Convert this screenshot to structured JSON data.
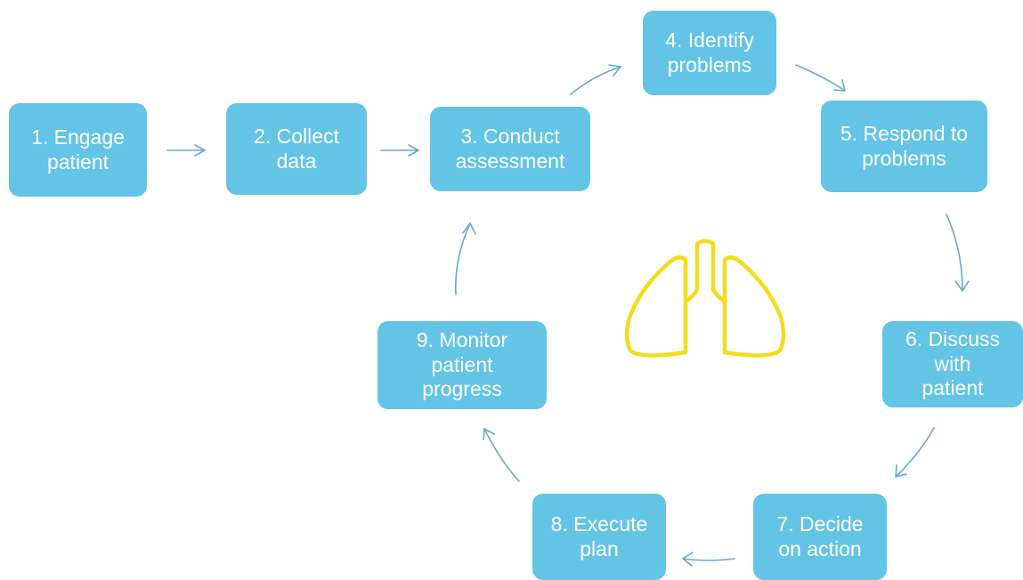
{
  "diagram": {
    "steps": [
      {
        "id": "s1",
        "label": "1. Engage\npatient"
      },
      {
        "id": "s2",
        "label": "2. Collect\ndata"
      },
      {
        "id": "s3",
        "label": "3. Conduct\nassessment"
      },
      {
        "id": "s4",
        "label": "4. Identify\nproblems"
      },
      {
        "id": "s5",
        "label": "5. Respond to\nproblems"
      },
      {
        "id": "s6",
        "label": "6. Discuss\nwith\npatient"
      },
      {
        "id": "s7",
        "label": "7. Decide\non action"
      },
      {
        "id": "s8",
        "label": "8. Execute\nplan"
      },
      {
        "id": "s9",
        "label": "9. Monitor\npatient\nprogress"
      }
    ],
    "colors": {
      "box_fill": "#63c4e6",
      "box_text": "#ffffff",
      "arrow": "#6aa6d8",
      "lungs_icon": "#f3dc1b"
    },
    "center_icon": "lungs-icon"
  }
}
